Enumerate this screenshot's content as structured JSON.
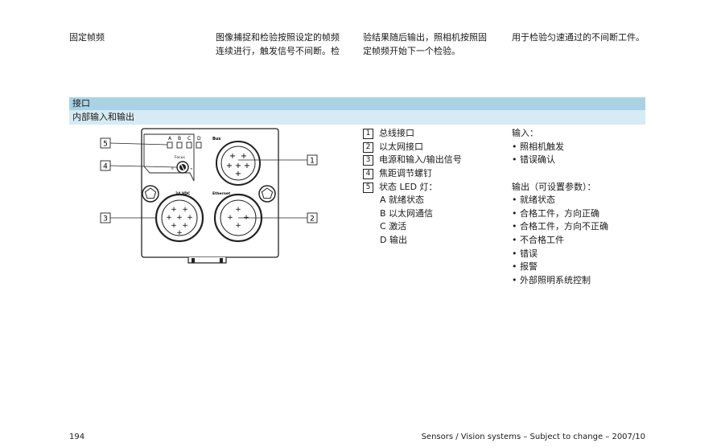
{
  "top_section": {
    "col1": "固定帧频",
    "col2_line1": "图像捕捉和检验按照设定的帧频",
    "col2_line2": "连续进行，触发信号不间断。检",
    "col3_line1": "验结果随后输出，照相机按照固",
    "col3_line2": "定帧频开始下一个检验。",
    "col4": "用于检验匀速通过的不间断工件。"
  },
  "section_title": "接口",
  "subsection_title": "内部输入和输出",
  "diagram": {
    "led_letters": [
      "A",
      "B",
      "C",
      "D"
    ],
    "label_bus": "Bus",
    "label_focus": "Focus",
    "label_power": "24 VDC",
    "label_ethernet": "Ethernet",
    "callouts": [
      "5",
      "4",
      "3",
      "1",
      "2"
    ]
  },
  "legend": [
    {
      "num": "1",
      "text": "总线接口"
    },
    {
      "num": "2",
      "text": "以太网接口"
    },
    {
      "num": "3",
      "text": "电源和输入/输出信号"
    },
    {
      "num": "4",
      "text": "焦距调节螺钉"
    },
    {
      "num": "5",
      "text": "状态 LED 灯："
    }
  ],
  "led_states": [
    {
      "letter": "A",
      "text": "就绪状态"
    },
    {
      "letter": "B",
      "text": "以太网通信"
    },
    {
      "letter": "C",
      "text": "激活"
    },
    {
      "letter": "D",
      "text": "输出"
    }
  ],
  "inputs": {
    "title": "输入：",
    "items": [
      "照相机触发",
      "错误确认"
    ]
  },
  "outputs": {
    "title": "输出（可设置参数）：",
    "items": [
      "就绪状态",
      "合格工件，方向正确",
      "合格工件，方向不正确",
      "不合格工件",
      "错误",
      "报警",
      "外部照明系统控制"
    ]
  },
  "bullet_char": "•",
  "footer": {
    "page_number": "194",
    "right_text": "Sensors / Vision systems – Subject to change – 2007/10"
  }
}
